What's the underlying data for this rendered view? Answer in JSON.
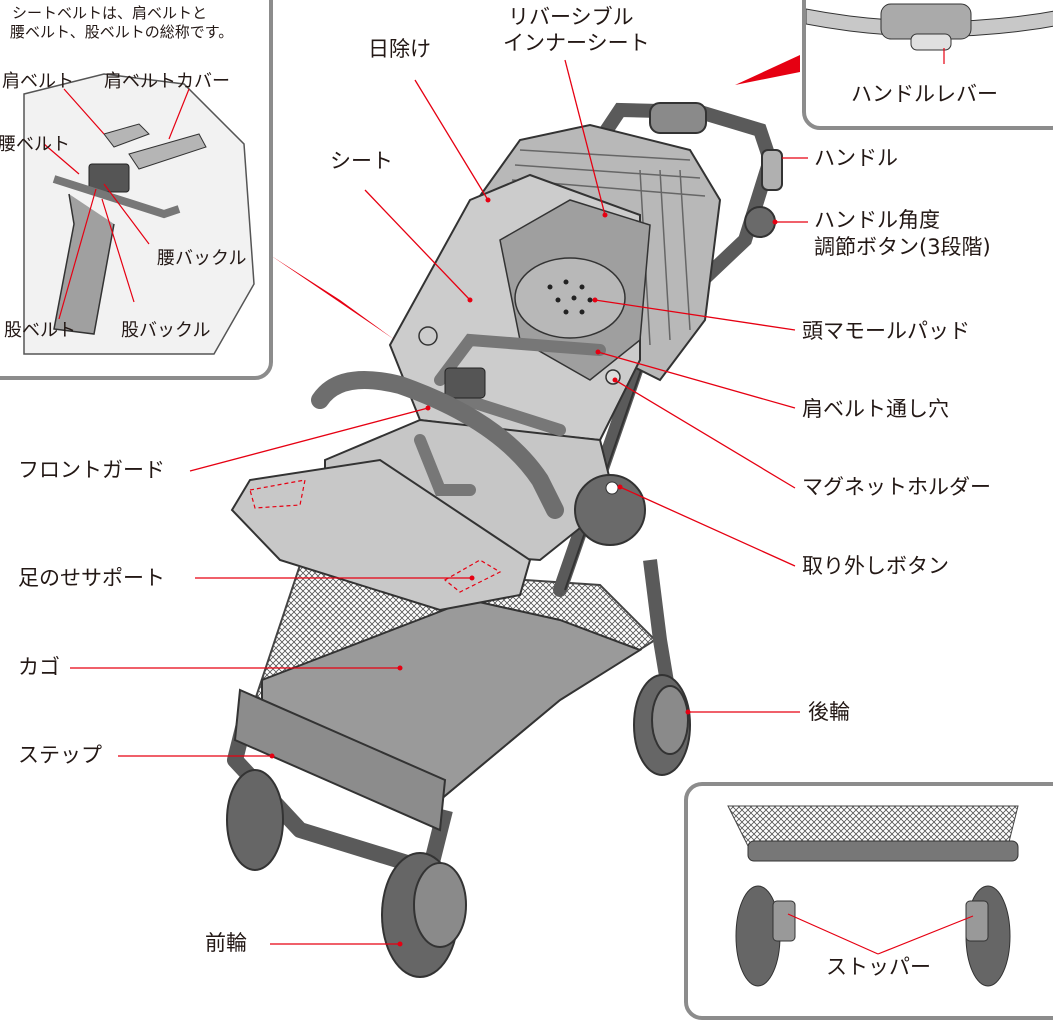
{
  "labels": {
    "seatbelt_note_1": "シートベルトは、肩ベルトと",
    "seatbelt_note_2": "腰ベルト、股ベルトの総称です。",
    "shoulder_belt": "肩ベルト",
    "shoulder_belt_cover": "肩ベルトカバー",
    "waist_belt": "腰ベルト",
    "waist_buckle": "腰バックル",
    "crotch_belt": "股ベルト",
    "crotch_buckle": "股バックル",
    "sunshade": "日除け",
    "reversible_inner_seat_1": "リバーシブル",
    "reversible_inner_seat_2": "インナーシート",
    "handle_lever": "ハンドルレバー",
    "seat": "シート",
    "handle": "ハンドル",
    "handle_angle_1": "ハンドル角度",
    "handle_angle_2": "調節ボタン(3段階)",
    "head_pad": "頭マモールパッド",
    "shoulder_belt_hole": "肩ベルト通し穴",
    "magnet_holder": "マグネットホルダー",
    "front_guard": "フロントガード",
    "release_button": "取り外しボタン",
    "foot_support": "足のせサポート",
    "basket": "カゴ",
    "rear_wheel": "後輪",
    "step": "ステップ",
    "stopper": "ストッパー",
    "front_wheel": "前輪"
  },
  "colors": {
    "leader_line": "#e60012",
    "inset_border": "#8c8c8c",
    "frame": "#5a5a5a",
    "fabric": "#c8c8c8",
    "fabric_dark": "#9a9a9a"
  }
}
